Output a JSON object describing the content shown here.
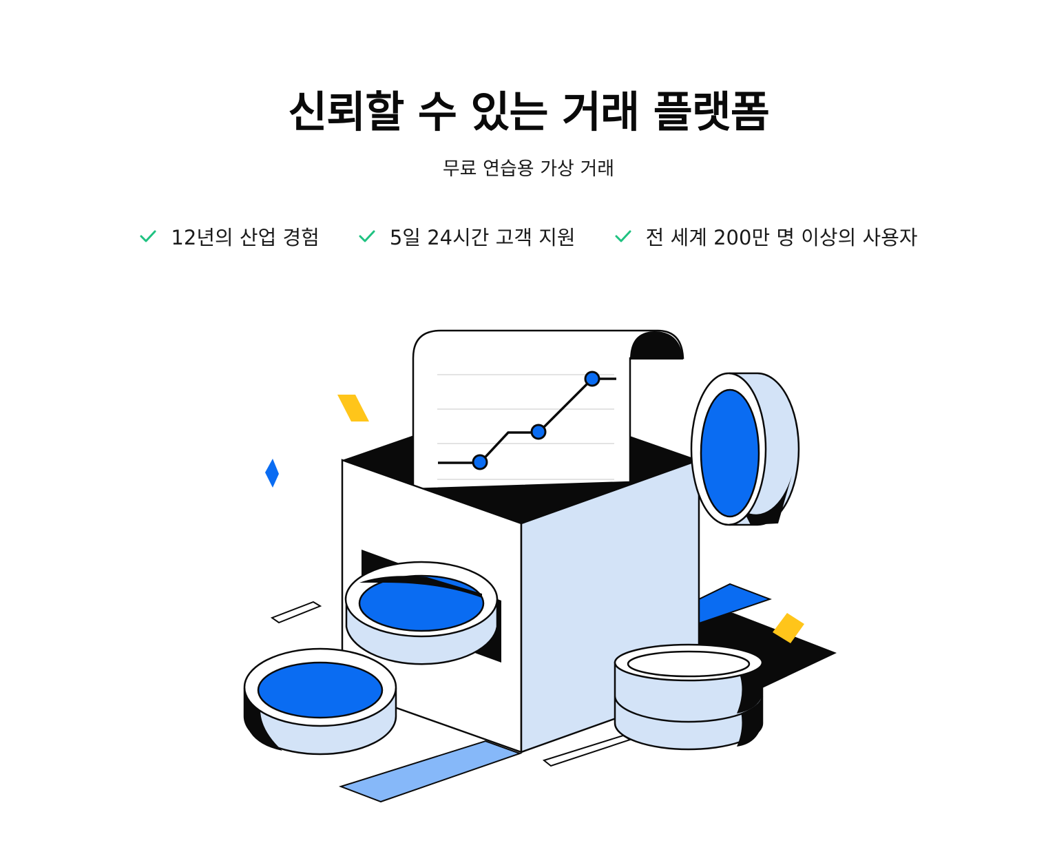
{
  "hero": {
    "title": "신뢰할 수 있는 거래 플랫폼",
    "subtitle": "무료 연습용 가상 거래"
  },
  "features": [
    {
      "icon": "check-icon",
      "label": "12년의 산업 경험"
    },
    {
      "icon": "check-icon",
      "label": "5일 24시간 고객 지원"
    },
    {
      "icon": "check-icon",
      "label": "전 세계 200만 명 이상의 사용자"
    }
  ],
  "colors": {
    "accent_blue": "#0a6cf2",
    "light_blue": "#d3e3f7",
    "mid_blue": "#86b8f9",
    "check_green": "#1fc281",
    "yellow": "#ffc51a",
    "ink": "#0a0a0a"
  },
  "illustration": {
    "name": "trading-box-illustration"
  }
}
